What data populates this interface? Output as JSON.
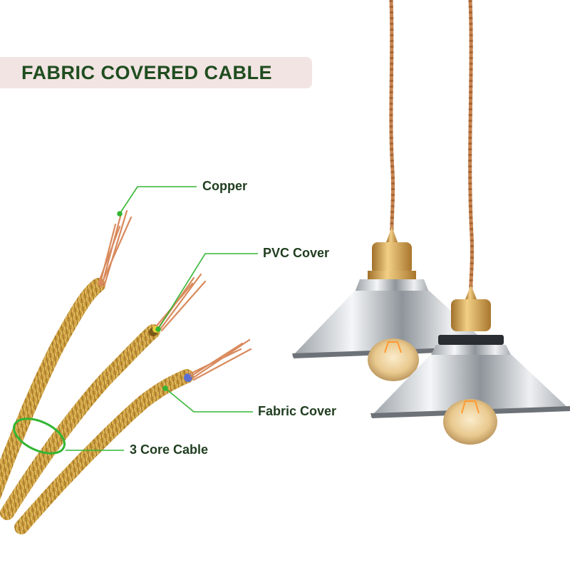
{
  "title": "FABRIC COVERED CABLE",
  "callouts": {
    "copper": "Copper",
    "pvc_cover": "PVC Cover",
    "fabric_cover": "Fabric Cover",
    "three_core": "3 Core Cable"
  },
  "colors": {
    "banner_bg": "#f2e4e3",
    "title_text": "#1f4d1f",
    "callout_line": "#33b533",
    "fabric_gold": "#c8983a",
    "copper_wire": "#d98a5c",
    "chrome": "#c9ccd0",
    "brass": "#d4a24c"
  }
}
